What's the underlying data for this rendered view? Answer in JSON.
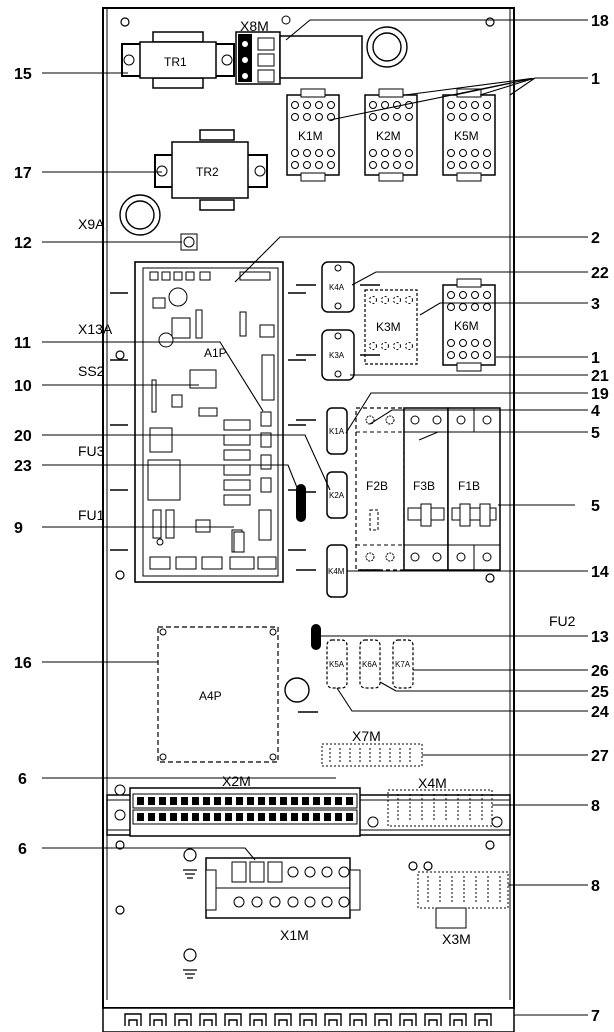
{
  "callouts": [
    {
      "n": "18"
    },
    {
      "n": "1"
    },
    {
      "n": "15"
    },
    {
      "n": "17"
    },
    {
      "n": "12"
    },
    {
      "n": "2"
    },
    {
      "n": "22"
    },
    {
      "n": "3"
    },
    {
      "n": "1"
    },
    {
      "n": "11"
    },
    {
      "n": "21"
    },
    {
      "n": "19"
    },
    {
      "n": "10"
    },
    {
      "n": "4"
    },
    {
      "n": "5"
    },
    {
      "n": "20"
    },
    {
      "n": "23"
    },
    {
      "n": "5"
    },
    {
      "n": "9"
    },
    {
      "n": "14"
    },
    {
      "n": "13"
    },
    {
      "n": "16"
    },
    {
      "n": "26"
    },
    {
      "n": "25"
    },
    {
      "n": "24"
    },
    {
      "n": "27"
    },
    {
      "n": "6"
    },
    {
      "n": "8"
    },
    {
      "n": "6"
    },
    {
      "n": "8"
    },
    {
      "n": "7"
    }
  ],
  "labels": {
    "x8m": "X8M",
    "x9a": "X9A",
    "x13a": "X13A",
    "ss2": "SS2",
    "fu3": "FU3",
    "fu1": "FU1",
    "fu2": "FU2",
    "x7m": "X7M",
    "x2m": "X2M",
    "x4m": "X4M",
    "x1m": "X1M",
    "x3m": "X3M"
  },
  "components": {
    "tr1": "TR1",
    "tr2": "TR2",
    "k1m": "K1M",
    "k2m": "K2M",
    "k5m": "K5M",
    "k3m": "K3M",
    "k6m": "K6M",
    "a1p": "A1P",
    "a4p": "A4P",
    "f2b": "F2B",
    "f3b": "F3B",
    "f1b": "F1B",
    "k4a": "K4A",
    "k3a": "K3A",
    "k1a": "K1A",
    "k2a": "K2A",
    "k4m": "K4M",
    "k5a": "K5A",
    "k6a": "K6A",
    "k7a": "K7A"
  }
}
